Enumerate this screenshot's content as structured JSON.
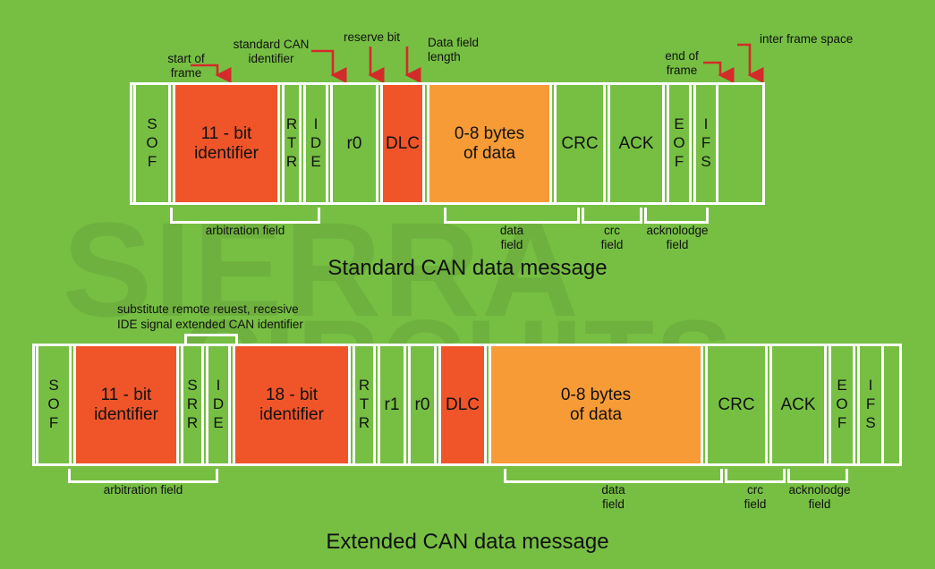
{
  "background": {
    "green": "#76bf43",
    "watermark_green": "#6eb13e"
  },
  "colors": {
    "red_field": "#f0552a",
    "orange_field": "#f79b36",
    "green_field": "#76bf43",
    "border": "#ffffff",
    "arrow": "#d42a2a"
  },
  "watermark": {
    "line1": "SIERRA",
    "line2": "CIRCUITS"
  },
  "standard_frame": {
    "title": "Standard CAN data message",
    "fields": [
      {
        "label": "S\nO\nF",
        "color": "green",
        "vertical": true
      },
      {
        "label": "11 - bit\nidentifier",
        "color": "red",
        "vertical": false
      },
      {
        "label": "R\nT\nR",
        "color": "green",
        "vertical": true
      },
      {
        "label": "I\nD\nE",
        "color": "green",
        "vertical": true
      },
      {
        "label": "r0",
        "color": "green",
        "vertical": false
      },
      {
        "label": "DLC",
        "color": "red",
        "vertical": false
      },
      {
        "label": "0-8 bytes\nof data",
        "color": "orange",
        "vertical": false
      },
      {
        "label": "CRC",
        "color": "green",
        "vertical": false
      },
      {
        "label": "ACK",
        "color": "green",
        "vertical": false
      },
      {
        "label": "E\nO\nF",
        "color": "green",
        "vertical": true
      },
      {
        "label": "I\nF\nS",
        "color": "green",
        "vertical": true
      }
    ],
    "callouts": [
      {
        "text": "start of\nframe"
      },
      {
        "text": "standard CAN\nidentifier"
      },
      {
        "text": "reserve bit"
      },
      {
        "text": "Data field\nlength"
      },
      {
        "text": "end of\nframe"
      },
      {
        "text": "inter frame space"
      }
    ],
    "brackets": [
      {
        "label": "arbitration field"
      },
      {
        "label": "data\nfield"
      },
      {
        "label": "crc\nfield"
      },
      {
        "label": "acknolodge\nfield"
      }
    ]
  },
  "extended_frame": {
    "title": "Extended CAN data message",
    "note": "substitute remote reuest, recesive\nIDE signal extended CAN identifier",
    "fields": [
      {
        "label": "S\nO\nF",
        "color": "green",
        "vertical": true
      },
      {
        "label": "11 - bit\nidentifier",
        "color": "red",
        "vertical": false
      },
      {
        "label": "S\nR\nR",
        "color": "green",
        "vertical": true
      },
      {
        "label": "I\nD\nE",
        "color": "green",
        "vertical": true
      },
      {
        "label": "18 - bit\nidentifier",
        "color": "red",
        "vertical": false
      },
      {
        "label": "R\nT\nR",
        "color": "green",
        "vertical": true
      },
      {
        "label": "r1",
        "color": "green",
        "vertical": false
      },
      {
        "label": "r0",
        "color": "green",
        "vertical": false
      },
      {
        "label": "DLC",
        "color": "red",
        "vertical": false
      },
      {
        "label": "0-8 bytes\nof data",
        "color": "orange",
        "vertical": false
      },
      {
        "label": "CRC",
        "color": "green",
        "vertical": false
      },
      {
        "label": "ACK",
        "color": "green",
        "vertical": false
      },
      {
        "label": "E\nO\nF",
        "color": "green",
        "vertical": true
      },
      {
        "label": "I\nF\nS",
        "color": "green",
        "vertical": true
      }
    ],
    "brackets": [
      {
        "label": "arbitration field"
      },
      {
        "label": "data\nfield"
      },
      {
        "label": "crc\nfield"
      },
      {
        "label": "acknolodge\nfield"
      }
    ]
  }
}
